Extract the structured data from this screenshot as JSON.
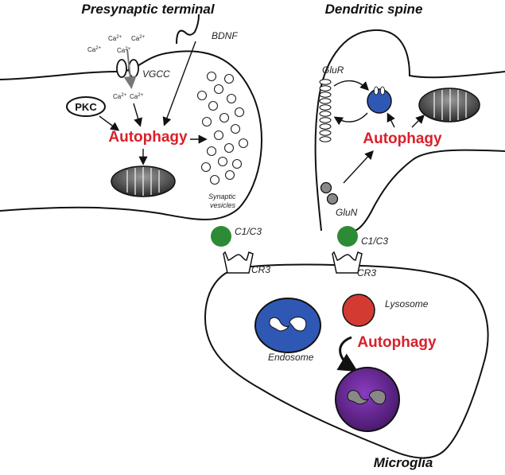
{
  "titles": {
    "presynaptic": "Presynaptic terminal",
    "dendritic": "Dendritic spine",
    "microglia": "Microglia"
  },
  "labels": {
    "bdnf": "BDNF",
    "vgcc": "VGCC",
    "pkc": "PKC",
    "autophagy": "Autophagy",
    "synaptic_vesicles_line1": "Synaptic",
    "synaptic_vesicles_line2": "vesicles",
    "glur": "GluR",
    "glun": "GluN",
    "c1c3": "C1/C3",
    "cr3": "CR3",
    "lysosome": "Lysosome",
    "endosome": "Endosome",
    "ca": "Ca"
  },
  "colors": {
    "autophagy_red": "#d9202a",
    "complement_green": "#2e8b35",
    "endosome_blue": "#2f58b4",
    "lysosome_red": "#d23a32",
    "autolysosome_purple": "#6a2a98",
    "mito_dark": "#3a3a3a"
  }
}
